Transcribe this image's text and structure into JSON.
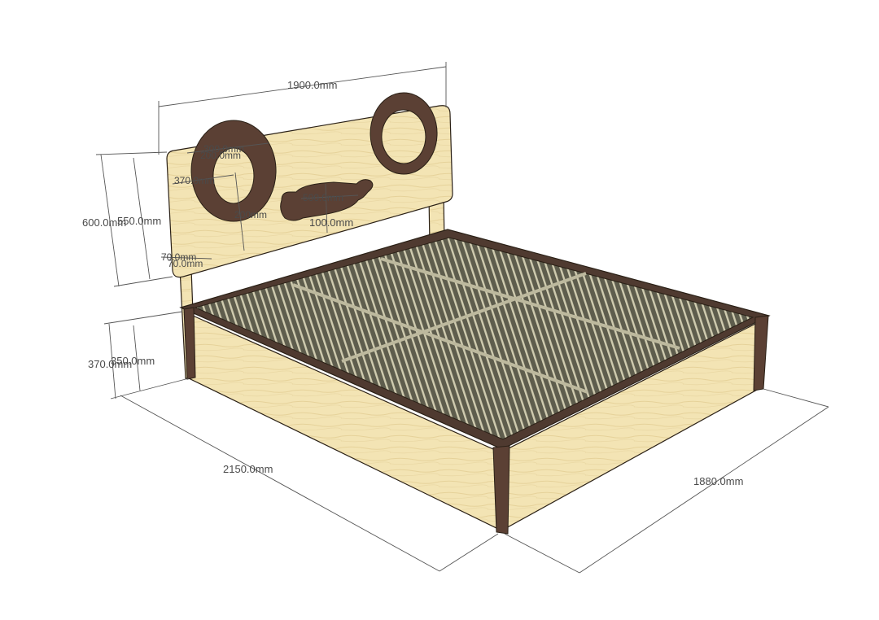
{
  "colors": {
    "wood_light": "#f3e4b4",
    "wood_grain": "#e6d29a",
    "wood_dark": "#5b4034",
    "slats": "#6b6a58",
    "slat_line": "#c9c6a8",
    "dimension_line": "#555555",
    "dimension_text": "#4a4a4a"
  },
  "dimensions": {
    "headboard_width": "1900.0mm",
    "headboard_total_height": "600.0mm",
    "headboard_panel_height": "550.0mm",
    "ring_outer": "300.0mm",
    "ring_inner": "200.0mm",
    "ring_offset": "370.0mm",
    "handle_length": "500.0mm",
    "handle_width": "100.0mm",
    "ring_vertical": "200mm",
    "leg_gap_a": "70.0mm",
    "leg_gap_b": "70.0mm",
    "frame_total_height": "370.0mm",
    "frame_side_height": "350.0mm",
    "bed_length": "2150.0mm",
    "bed_width": "1880.0mm"
  }
}
